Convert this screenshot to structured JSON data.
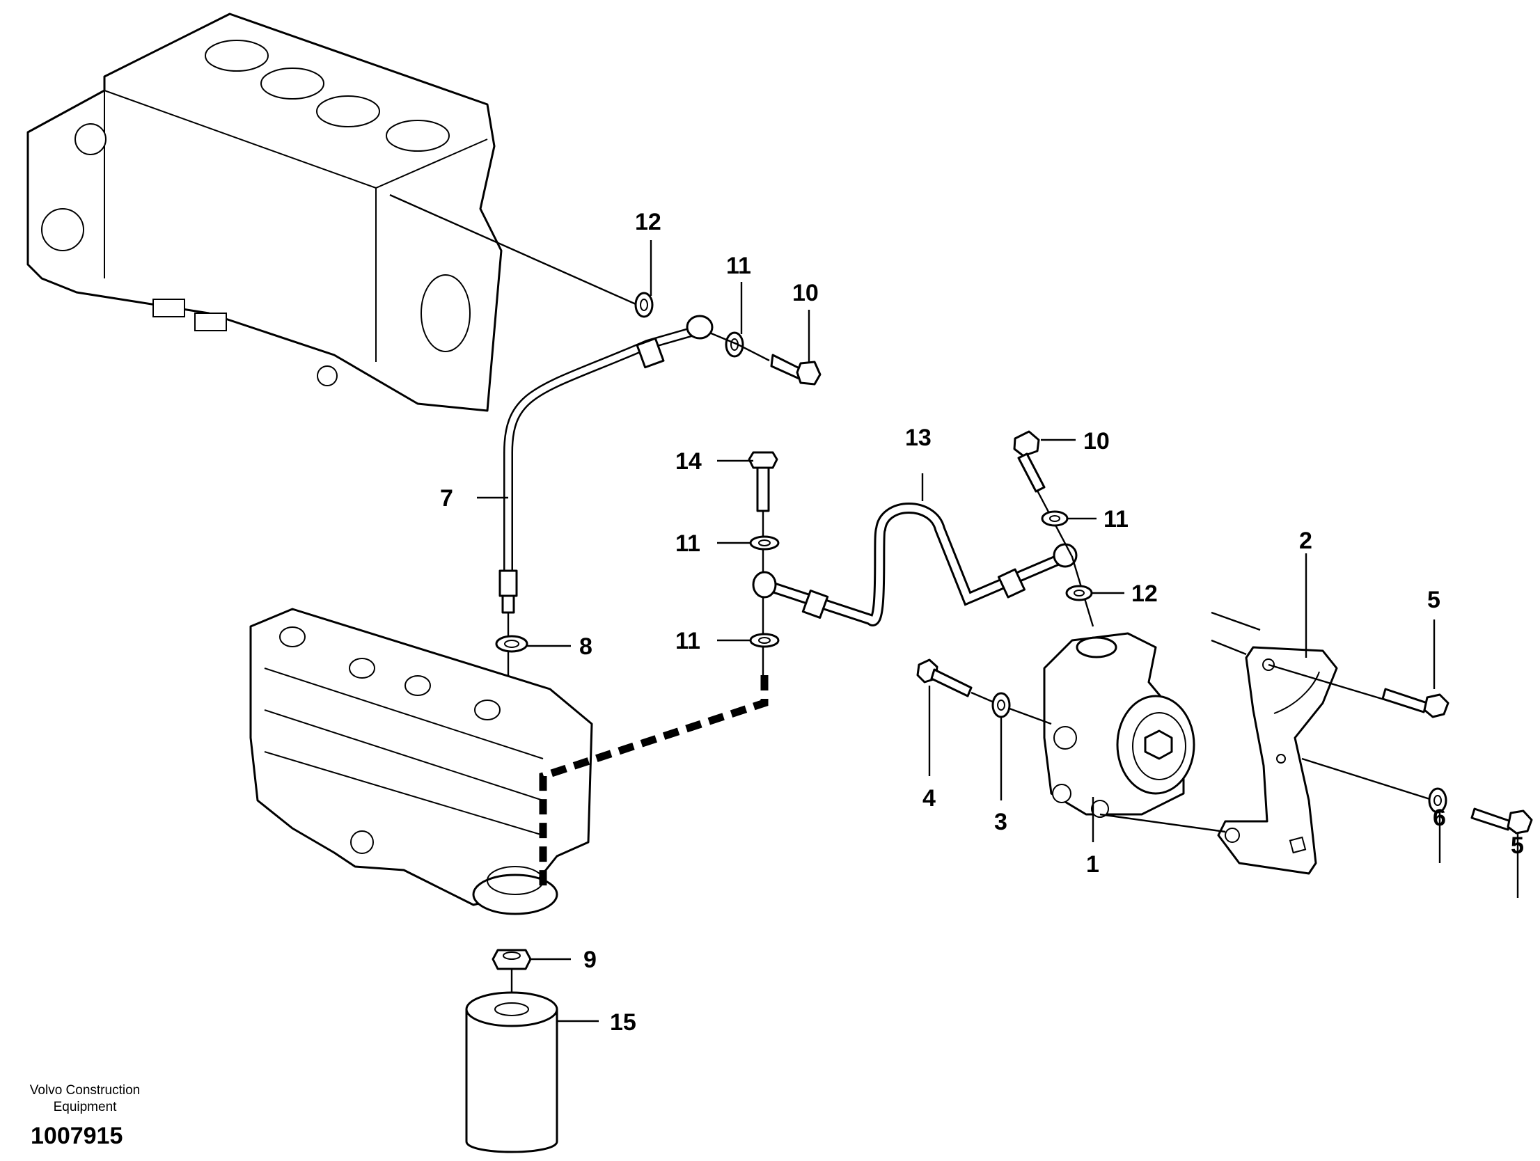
{
  "callouts": {
    "c1": "1",
    "c2": "2",
    "c3": "3",
    "c4": "4",
    "c5a": "5",
    "c5b": "5",
    "c6": "6",
    "c7": "7",
    "c8": "8",
    "c9": "9",
    "c10a": "10",
    "c10b": "10",
    "c11a": "11",
    "c11b": "11",
    "c11c": "11",
    "c11d": "11",
    "c12a": "12",
    "c12b": "12",
    "c13": "13",
    "c14": "14",
    "c15": "15"
  },
  "footer": {
    "brand_line1": "Volvo Construction",
    "brand_line2": "Equipment",
    "document_number": "1007915"
  }
}
